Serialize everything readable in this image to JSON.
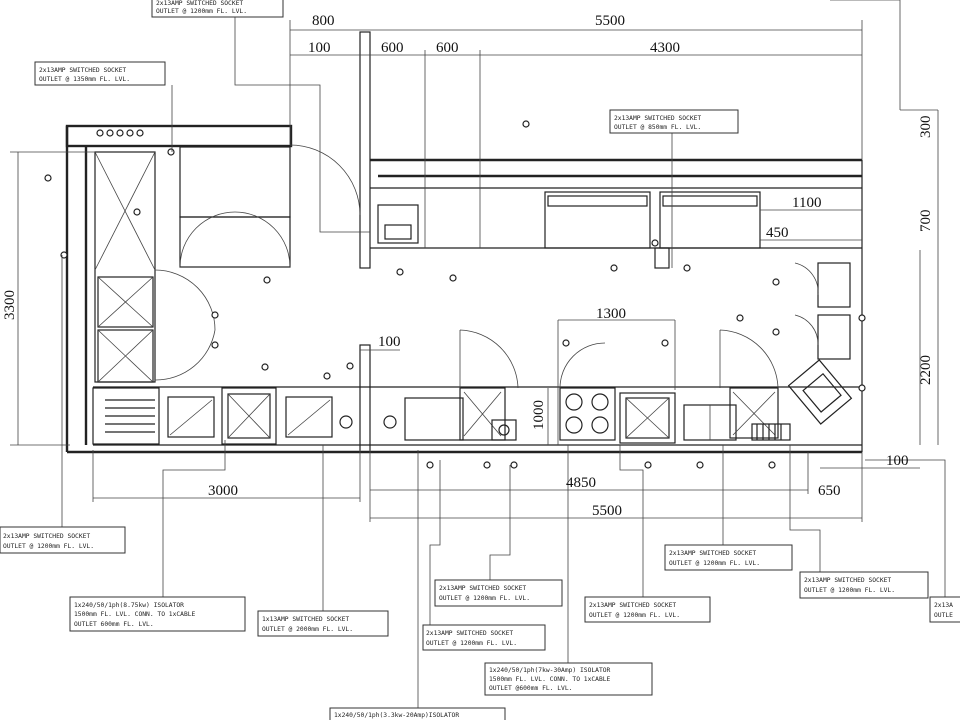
{
  "dimensions": {
    "top_800": "800",
    "top_5500": "5500",
    "top_100": "100",
    "top_600a": "600",
    "top_600b": "600",
    "top_4300": "4300",
    "right_300": "300",
    "right_1100": "1100",
    "right_700": "700",
    "right_450": "450",
    "left_3300": "3300",
    "mid_1300": "1300",
    "mid_100": "100",
    "right_2200": "2200",
    "mid_1000": "1000",
    "bottom_3000": "3000",
    "bottom_4850": "4850",
    "bottom_100": "100",
    "bottom_650": "650",
    "bottom_5500": "5500"
  },
  "labels": [
    {
      "line1": "2x13AMP SWITCHED SOCKET",
      "line2": "OUTLET @ 1200mm FL. LVL."
    },
    {
      "line1": "2x13AMP SWITCHED SOCKET",
      "line2": "OUTLET @ 1350mm FL. LVL."
    },
    {
      "line1": "2x13AMP SWITCHED SOCKET",
      "line2": "OUTLET @ 850mm FL. LVL."
    },
    {
      "line1": "2x13AMP SWITCHED SOCKET",
      "line2": "OUTLET @ 1200mm FL. LVL."
    },
    {
      "line1": "1x240/50/1ph(8.75kw) ISOLATOR",
      "line2": "1500mm FL. LVL. CONN. TO 1xCABLE",
      "line3": "OUTLET 600mm FL. LVL."
    },
    {
      "line1": "1x13AMP SWITCHED SOCKET",
      "line2": "OUTLET @ 2000mm FL. LVL."
    },
    {
      "line1": "2x13AMP SWITCHED SOCKET",
      "line2": "OUTLET @ 1200mm FL. LVL."
    },
    {
      "line1": "2x13AMP SWITCHED SOCKET",
      "line2": "OUTLET @ 1200mm FL. LVL."
    },
    {
      "line1": "2x13AMP SWITCHED SOCKET",
      "line2": "OUTLET @ 1200mm FL. LVL."
    },
    {
      "line1": "1x240/50/1ph(7kw-30Amp) ISOLATOR",
      "line2": "1500mm FL. LVL. CONN. TO 1xCABLE",
      "line3": "OUTLET @600mm FL. LVL."
    },
    {
      "line1": "2x13AMP SWITCHED SOCKET",
      "line2": "OUTLET @ 1200mm FL. LVL."
    },
    {
      "line1": "2x13AMP SWITCHED SOCKET",
      "line2": "OUTLET @ 1200mm FL. LVL."
    },
    {
      "line1": "2x13A",
      "line2": "OUTLE"
    },
    {
      "line1": "1x240/50/1ph(3.3kw-20Amp)ISOLATOR"
    }
  ]
}
